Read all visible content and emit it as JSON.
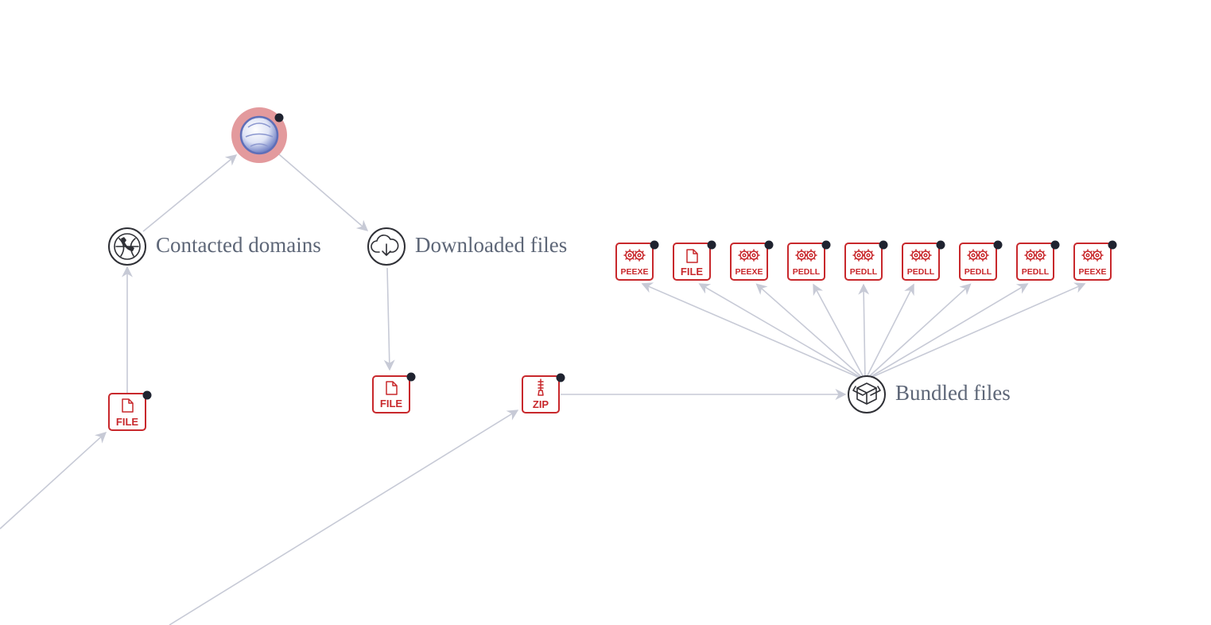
{
  "graph": {
    "groups": {
      "contacted_domains": "Contacted domains",
      "downloaded_files": "Downloaded files",
      "bundled_files": "Bundled files"
    },
    "nodes": {
      "file_left": "FILE",
      "file_downloaded": "FILE",
      "zip": "ZIP",
      "bundled": [
        "PEEXE",
        "FILE",
        "PEEXE",
        "PEDLL",
        "PEDLL",
        "PEDLL",
        "PEDLL",
        "PEDLL",
        "PEEXE"
      ]
    },
    "colors": {
      "edge": "#c7cad6",
      "file_accent": "#c8282c",
      "label": "#5d6677",
      "highlight": "#e39a9d",
      "globe": "#6f7fc4"
    },
    "icons": {
      "domains_group": "globe-phone-icon",
      "downloaded_group": "cloud-download-icon",
      "bundled_group": "package-icon",
      "url_node": "globe-icon",
      "file": "document-icon",
      "zip": "zipper-icon",
      "executable": "gears-icon"
    }
  }
}
